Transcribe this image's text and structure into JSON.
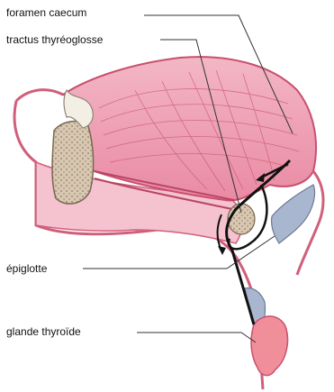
{
  "labels": {
    "foramen_caecum": "foramen caecum",
    "tractus_thyreoglosse": "tractus thyréoglosse",
    "epiglotte": "épiglotte",
    "glande_thyroide": "glande thyroïde"
  },
  "colors": {
    "tongue_pink": "#ee9aae",
    "tongue_dark": "#c9506f",
    "tissue_outline": "#d05f7c",
    "bone": "#d8c8b2",
    "tooth": "#f4efe4",
    "cartilage_blue": "#a9b6cf",
    "thyroid": "#f08f9a",
    "tract": "#111111",
    "leader": "#333333"
  }
}
